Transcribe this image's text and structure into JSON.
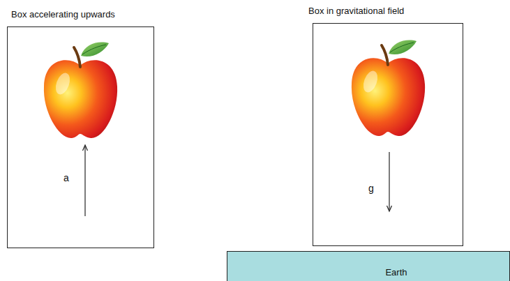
{
  "diagram": {
    "nodes": [
      {
        "text": [
          "Box accelerating upwards"
        ]
      },
      {
        "text": [
          "Box in gravitational field"
        ]
      },
      {
        "text": [
          "Earth"
        ]
      }
    ],
    "labels": [
      "a",
      "g"
    ]
  }
}
